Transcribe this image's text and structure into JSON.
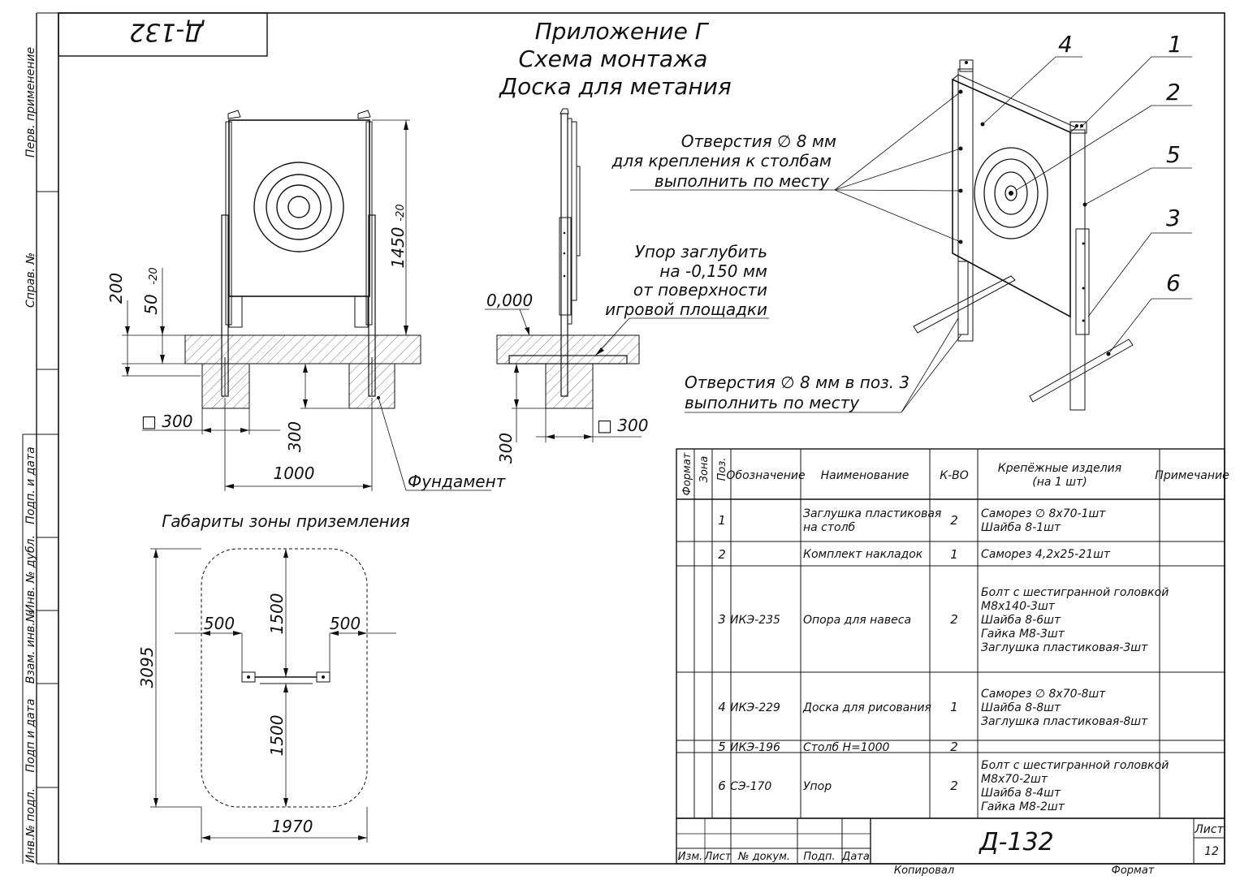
{
  "sheet": {
    "stamp_code": "Д-132",
    "title_lines": [
      "Приложение Г",
      "Схема монтажа",
      "Доска для метания"
    ],
    "side_labels": [
      "Перв. применение",
      "Справ. №",
      "Подп. и дата",
      "Инв. № дубл.",
      "Взам. инв.№",
      "Подп и дата",
      "Инв.№ подл."
    ]
  },
  "front_view": {
    "dim_height": "1450",
    "dim_height_tol": "-20",
    "dim_200": "200",
    "dim_50": "50",
    "dim_50_tol": "-20",
    "dim_square_300": "□ 300",
    "dim_300": "300",
    "dim_1000": "1000",
    "foundation_label": "Фундамент"
  },
  "side_view": {
    "level_0": "0,000",
    "stop_note": [
      "Упор заглубить",
      "на -0,150 мм",
      "от поверхности",
      "игровой площадки"
    ],
    "dim_square_300": "□ 300",
    "dim_300": "300"
  },
  "iso_view": {
    "holes_note_1": [
      "Отверстия ∅ 8 мм",
      "для крепления к столбам",
      "выполнить по месту"
    ],
    "holes_note_2": [
      "Отверстия ∅ 8 мм в поз. 3",
      "выполнить по месту"
    ],
    "callouts": [
      "4",
      "1",
      "2",
      "5",
      "3",
      "6"
    ]
  },
  "landing_zone": {
    "title": "Габариты зоны приземления",
    "dim_3095": "3095",
    "dim_1500_top": "1500",
    "dim_1500_bottom": "1500",
    "dim_500_left": "500",
    "dim_500_right": "500",
    "dim_1970": "1970"
  },
  "spec_table": {
    "headers": [
      "Формат",
      "Зона",
      "Поз.",
      "Обозначение",
      "Наименование",
      "К-ВО",
      "Крепёжные изделия (на 1 шт)",
      "Примечание"
    ],
    "fastener_header": [
      "Крепёжные изделия",
      "(на 1 шт)"
    ],
    "rows": [
      {
        "pos": "1",
        "code": "",
        "name": [
          "Заглушка пластиковая",
          "на столб"
        ],
        "qty": "2",
        "fasteners": [
          "Саморез ∅ 8х70-1шт",
          "Шайба 8-1шт"
        ]
      },
      {
        "pos": "2",
        "code": "",
        "name": [
          "Комплект накладок"
        ],
        "qty": "1",
        "fasteners": [
          "Саморез 4,2х25-21шт"
        ]
      },
      {
        "pos": "3",
        "code": "ИКЭ-235",
        "name": [
          "Опора для навеса"
        ],
        "qty": "2",
        "fasteners": [
          "Болт с шестигранной головкой",
          "М8х140-3шт",
          "Шайба 8-6шт",
          "Гайка М8-3шт",
          "Заглушка пластиковая-3шт"
        ]
      },
      {
        "pos": "4",
        "code": "ИКЭ-229",
        "name": [
          "Доска для рисования"
        ],
        "qty": "1",
        "fasteners": [
          "Саморез ∅ 8х70-8шт",
          "Шайба 8-8шт",
          "Заглушка пластиковая-8шт"
        ]
      },
      {
        "pos": "5",
        "code": "ИКЭ-196",
        "name": [
          "Столб Н=1000"
        ],
        "qty": "2",
        "fasteners": []
      },
      {
        "pos": "6",
        "code": "СЭ-170",
        "name": [
          "Упор"
        ],
        "qty": "2",
        "fasteners": [
          "Болт с шестигранной головкой",
          "М8х70-2шт",
          "Шайба 8-4шт",
          "Гайка М8-2шт"
        ]
      }
    ]
  },
  "title_block": {
    "code": "Д-132",
    "sheet_label": "Лист",
    "sheet_number": "12",
    "cols": [
      "Изм.",
      "Лист",
      "№ докум.",
      "Подп.",
      "Дата"
    ],
    "copied": "Копировал",
    "format": "Формат"
  }
}
